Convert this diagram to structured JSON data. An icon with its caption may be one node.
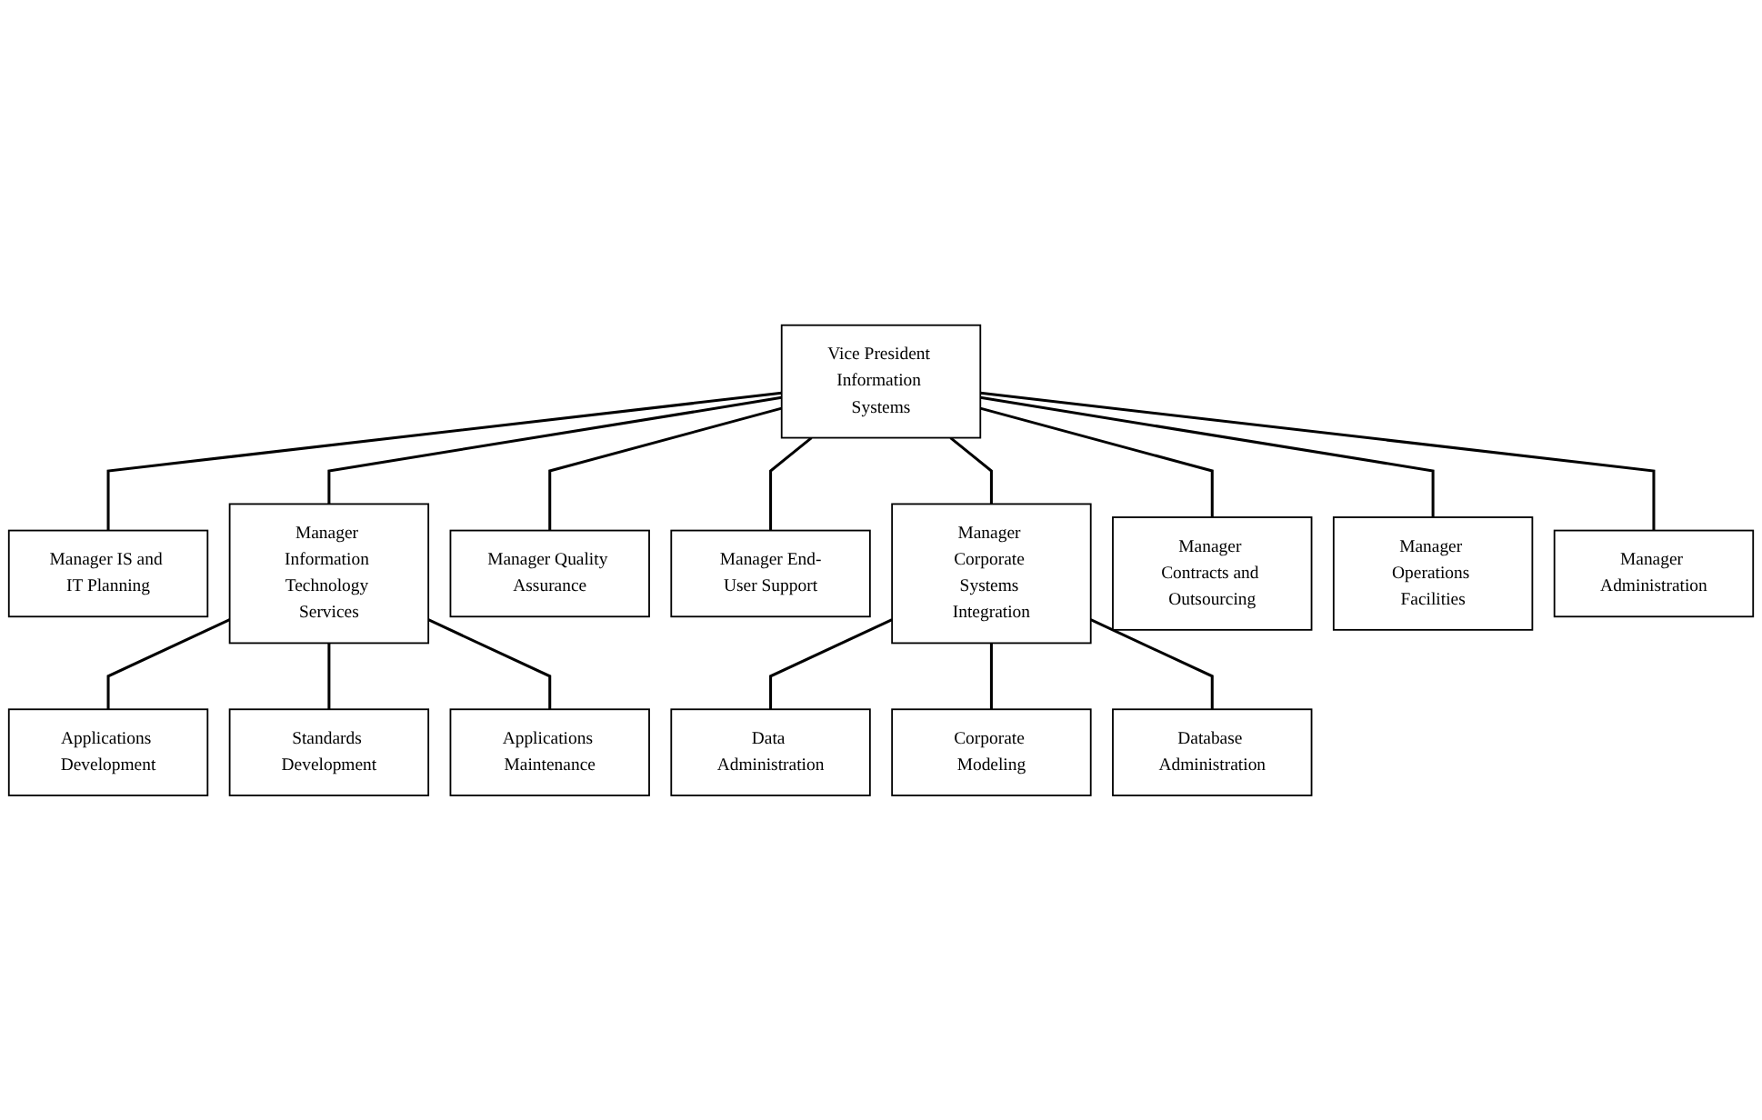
{
  "diagram": {
    "nodes": [
      {
        "text": [
          "Vice President Information Systems"
        ]
      },
      {
        "text": [
          "Manager IS and IT Planning"
        ]
      },
      {
        "text": [
          "Manager Information Technology Services"
        ]
      },
      {
        "text": [
          "Manager Quality Assurance"
        ]
      },
      {
        "text": [
          "Manager End-User Support"
        ]
      },
      {
        "text": [
          "Manager Corporate Systems Integration"
        ]
      },
      {
        "text": [
          "Manager Contracts and Outsourcing"
        ]
      },
      {
        "text": [
          "Manager Operations Facilities"
        ]
      },
      {
        "text": [
          "Manager Administration"
        ]
      },
      {
        "text": [
          "Applications Development"
        ]
      },
      {
        "text": [
          "Standards Development"
        ]
      },
      {
        "text": [
          "Applications Maintenance"
        ]
      },
      {
        "text": [
          "Data Administration"
        ]
      },
      {
        "text": [
          "Corporate Modeling"
        ]
      },
      {
        "text": [
          "Database Administration"
        ]
      }
    ],
    "edges": [
      {
        "from": 0,
        "to": 1,
        "arrow": "none"
      },
      {
        "from": 0,
        "to": 2,
        "arrow": "none"
      },
      {
        "from": 0,
        "to": 3,
        "arrow": "none"
      },
      {
        "from": 0,
        "to": 4,
        "arrow": "none"
      },
      {
        "from": 0,
        "to": 5,
        "arrow": "none"
      },
      {
        "from": 0,
        "to": 6,
        "arrow": "none"
      },
      {
        "from": 0,
        "to": 7,
        "arrow": "none"
      },
      {
        "from": 0,
        "to": 8,
        "arrow": "none"
      },
      {
        "from": 2,
        "to": 9,
        "arrow": "none"
      },
      {
        "from": 2,
        "to": 10,
        "arrow": "none"
      },
      {
        "from": 2,
        "to": 11,
        "arrow": "none"
      },
      {
        "from": 5,
        "to": 12,
        "arrow": "none"
      },
      {
        "from": 5,
        "to": 13,
        "arrow": "none"
      },
      {
        "from": 5,
        "to": 14,
        "arrow": "none"
      }
    ]
  }
}
